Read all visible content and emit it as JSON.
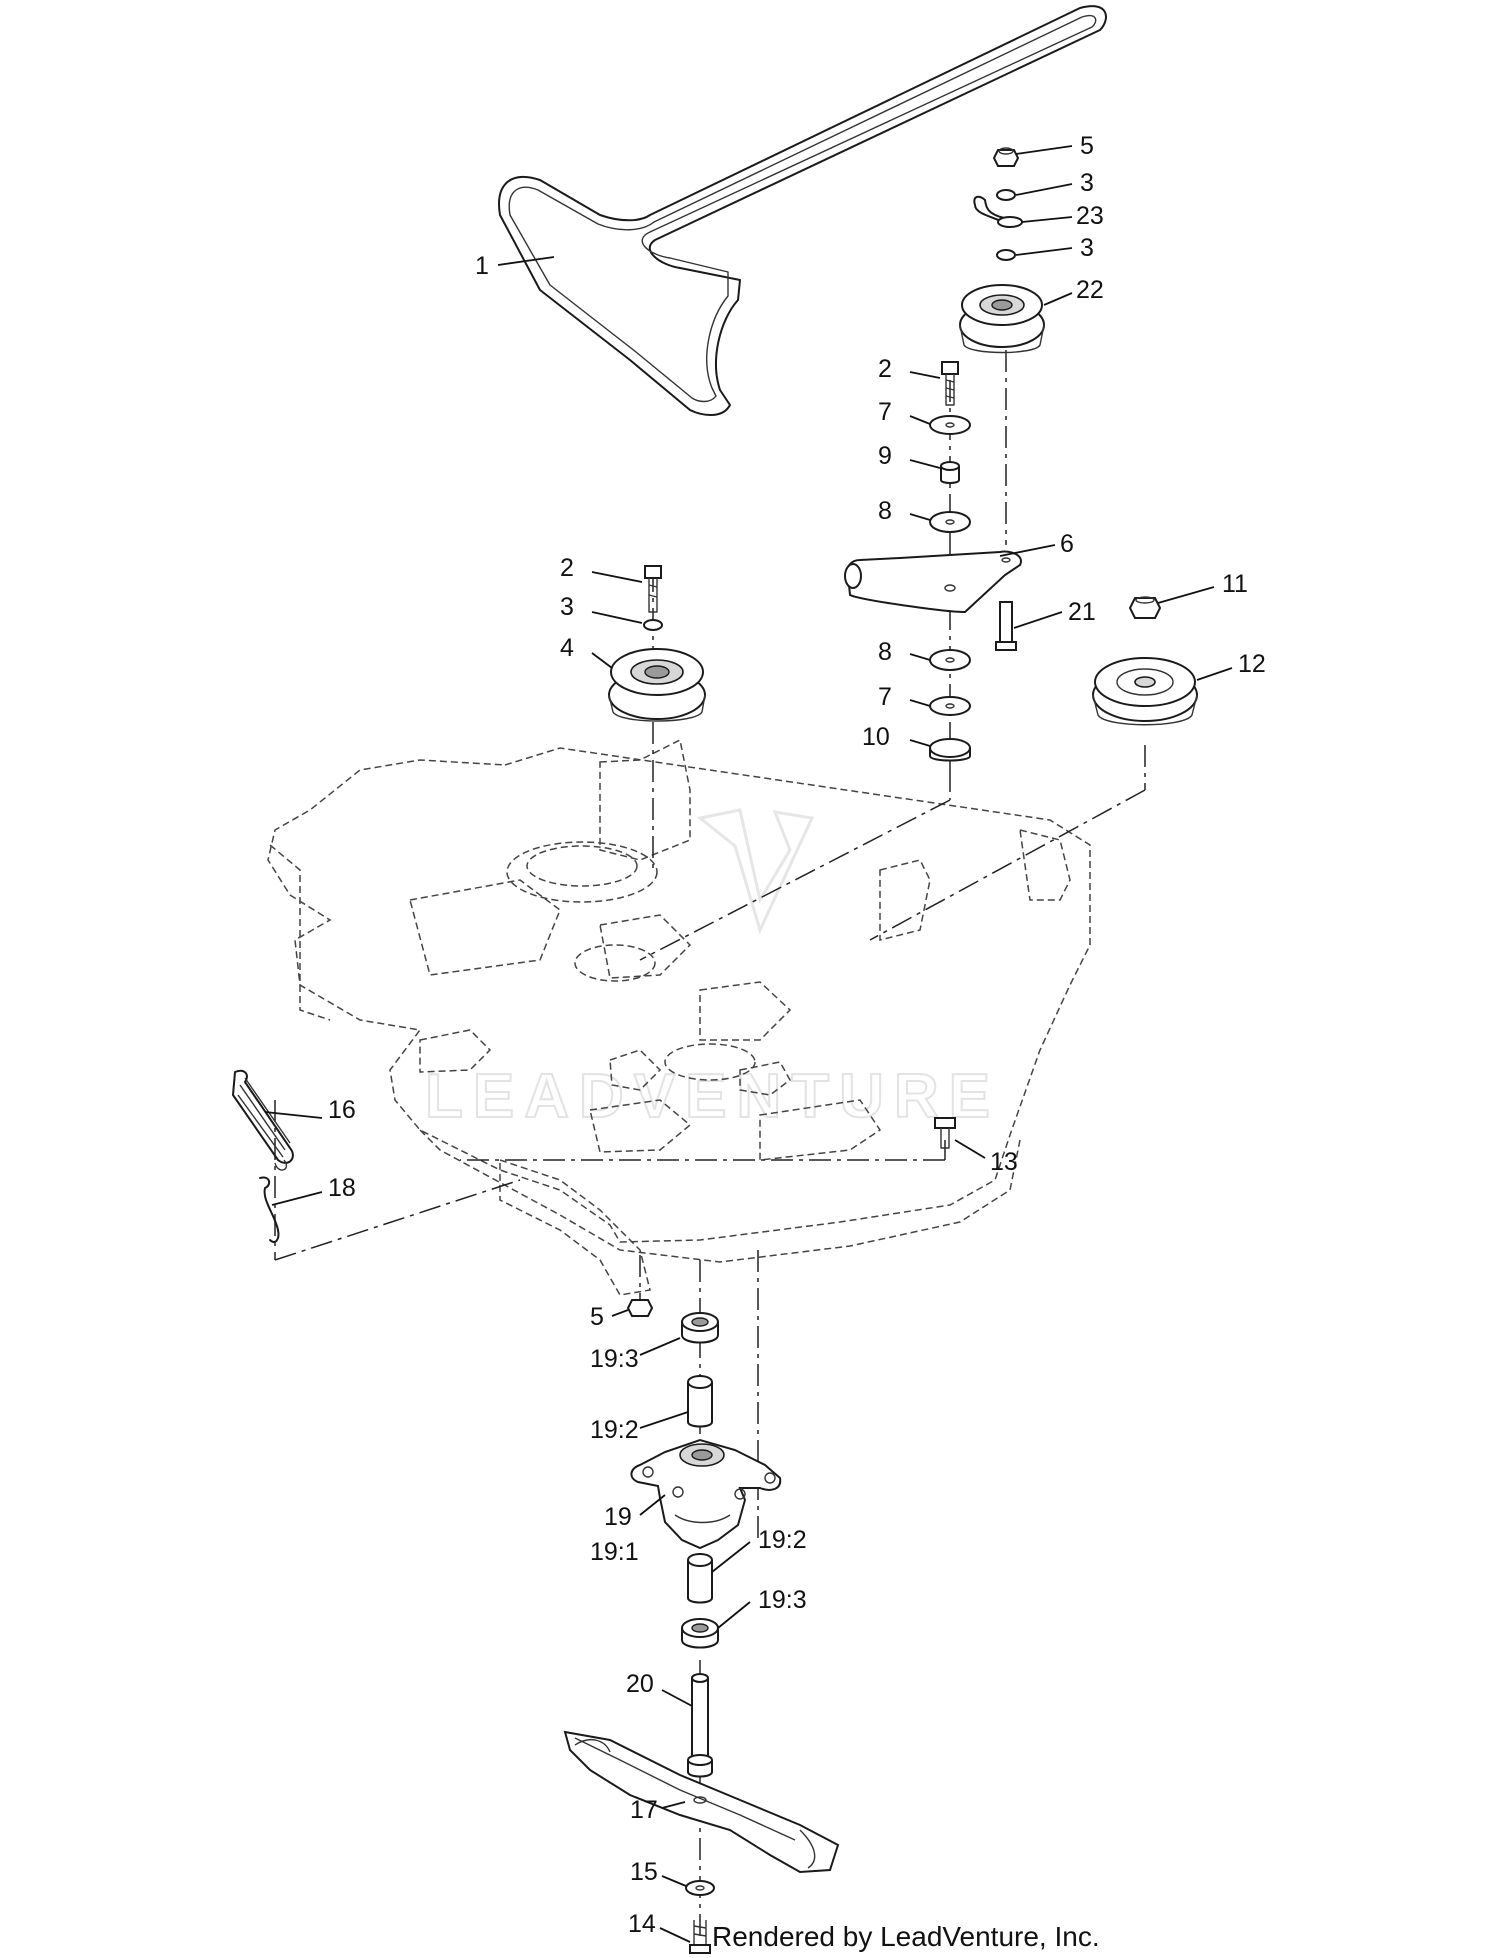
{
  "watermark": "LEADVENTURE",
  "credit": "Rendered by LeadVenture, Inc.",
  "callouts": [
    {
      "id": "c-5-top",
      "label": "5"
    },
    {
      "id": "c-3-top",
      "label": "3"
    },
    {
      "id": "c-23",
      "label": "23"
    },
    {
      "id": "c-3-mid",
      "label": "3"
    },
    {
      "id": "c-22",
      "label": "22"
    },
    {
      "id": "c-1",
      "label": "1"
    },
    {
      "id": "c-2-right",
      "label": "2"
    },
    {
      "id": "c-7-top",
      "label": "7"
    },
    {
      "id": "c-9",
      "label": "9"
    },
    {
      "id": "c-8-top",
      "label": "8"
    },
    {
      "id": "c-6",
      "label": "6"
    },
    {
      "id": "c-2-left",
      "label": "2"
    },
    {
      "id": "c-3-left",
      "label": "3"
    },
    {
      "id": "c-4",
      "label": "4"
    },
    {
      "id": "c-11",
      "label": "11"
    },
    {
      "id": "c-21",
      "label": "21"
    },
    {
      "id": "c-12",
      "label": "12"
    },
    {
      "id": "c-8-low",
      "label": "8"
    },
    {
      "id": "c-7-low",
      "label": "7"
    },
    {
      "id": "c-10",
      "label": "10"
    },
    {
      "id": "c-16",
      "label": "16"
    },
    {
      "id": "c-13",
      "label": "13"
    },
    {
      "id": "c-18",
      "label": "18"
    },
    {
      "id": "c-5-low",
      "label": "5"
    },
    {
      "id": "c-19-3-top",
      "label": "19:3"
    },
    {
      "id": "c-19-2-top",
      "label": "19:2"
    },
    {
      "id": "c-19",
      "label": "19"
    },
    {
      "id": "c-19-1",
      "label": "19:1"
    },
    {
      "id": "c-19-2-low",
      "label": "19:2"
    },
    {
      "id": "c-19-3-low",
      "label": "19:3"
    },
    {
      "id": "c-20",
      "label": "20"
    },
    {
      "id": "c-17",
      "label": "17"
    },
    {
      "id": "c-15",
      "label": "15"
    },
    {
      "id": "c-14",
      "label": "14"
    }
  ]
}
